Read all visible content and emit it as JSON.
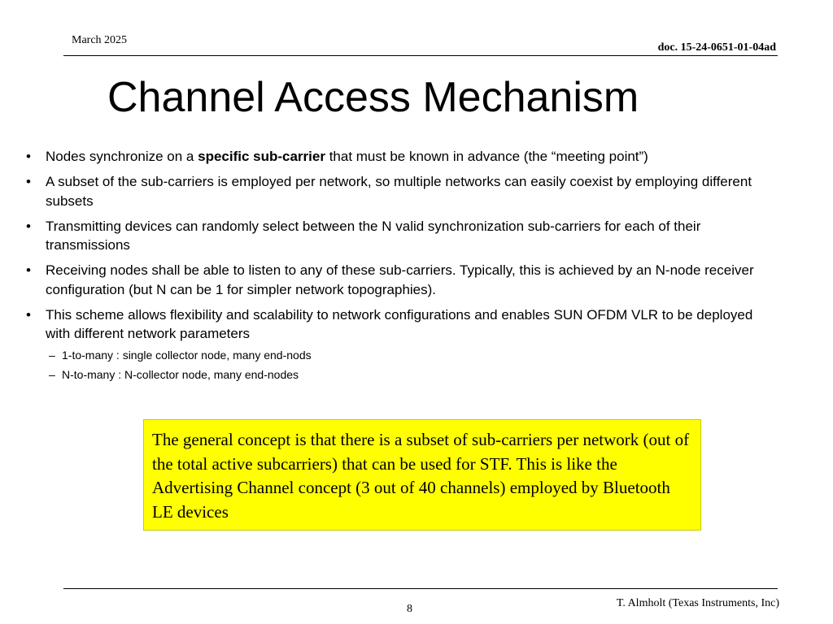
{
  "header": {
    "date": "March 2025",
    "doc_id": "doc. 15-24-0651-01-04ad"
  },
  "title": "Channel Access Mechanism",
  "bullet_mark": "•",
  "sub_mark": "–",
  "bullets": [
    {
      "before": "Nodes synchronize on a ",
      "bold": "specific sub-carrier",
      "after": " that must be known in advance (the “meeting point”)"
    },
    {
      "text": "A subset of the sub-carriers is employed per network, so multiple networks can easily coexist by employing different subsets"
    },
    {
      "text": "Transmitting devices can randomly select between the N valid synchronization sub-carriers for each of their transmissions"
    },
    {
      "text": "Receiving nodes shall be able to listen to any of these sub-carriers. Typically, this is achieved by an N-node receiver configuration (but N can be 1 for simpler network topographies)."
    },
    {
      "text": "This scheme allows flexibility and scalability to network configurations and enables SUN OFDM  VLR to be deployed with different network parameters",
      "sub": [
        "1-to-many : single collector node, many end-nods",
        "N-to-many : N-collector node, many end-nodes"
      ]
    }
  ],
  "callout": {
    "text": "The general concept is that there is a subset of sub-carriers per network (out of the total active subcarriers) that can be used for STF. This is like the Advertising Channel concept (3 out of 40 channels) employed by Bluetooth LE devices",
    "background": "#ffff00"
  },
  "footer": {
    "page_number": "8",
    "author": "T. Almholt (Texas Instruments, Inc)"
  }
}
